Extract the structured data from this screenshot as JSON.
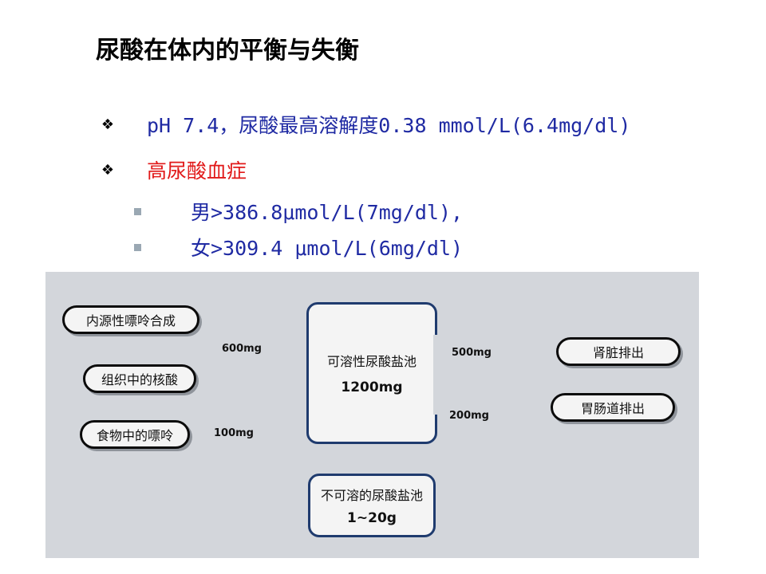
{
  "slide": {
    "title": "尿酸在体内的平衡与失衡",
    "bullets": [
      {
        "marker_icon": "diamond-bullet-icon",
        "text": "pH 7.4，尿酸最高溶解度0.38 mmol/L(6.4mg/dl)",
        "color": "#1f2aa3"
      },
      {
        "marker_icon": "diamond-bullet-icon",
        "text": "高尿酸血症",
        "color": "#e11919"
      }
    ],
    "sub_bullets": [
      {
        "marker_icon": "square-bullet-icon",
        "text": "男>386.8μmol/L(7mg/dl),"
      },
      {
        "marker_icon": "square-bullet-icon",
        "text": "女>309.4 μmol/L(6mg/dl)"
      }
    ]
  },
  "diagram": {
    "sources": [
      "内源性嘌呤合成",
      "组织中的核酸",
      "食物中的嘌呤"
    ],
    "inflows": {
      "endogenous": "600mg",
      "food": "100mg"
    },
    "soluble_pool": {
      "name": "可溶性尿酸盐池",
      "amount": "1200mg"
    },
    "insoluble_pool": {
      "name": "不可溶的尿酸盐池",
      "amount": "1~20g"
    },
    "outflows": {
      "renal": "500mg",
      "intestinal": "200mg"
    },
    "excretion": [
      "肾脏排出",
      "胃肠道排出"
    ],
    "colors": {
      "panel_bg": "#d3d6db",
      "pool_border": "#1f3b6e",
      "pill_border": "#0b0b0b"
    }
  }
}
